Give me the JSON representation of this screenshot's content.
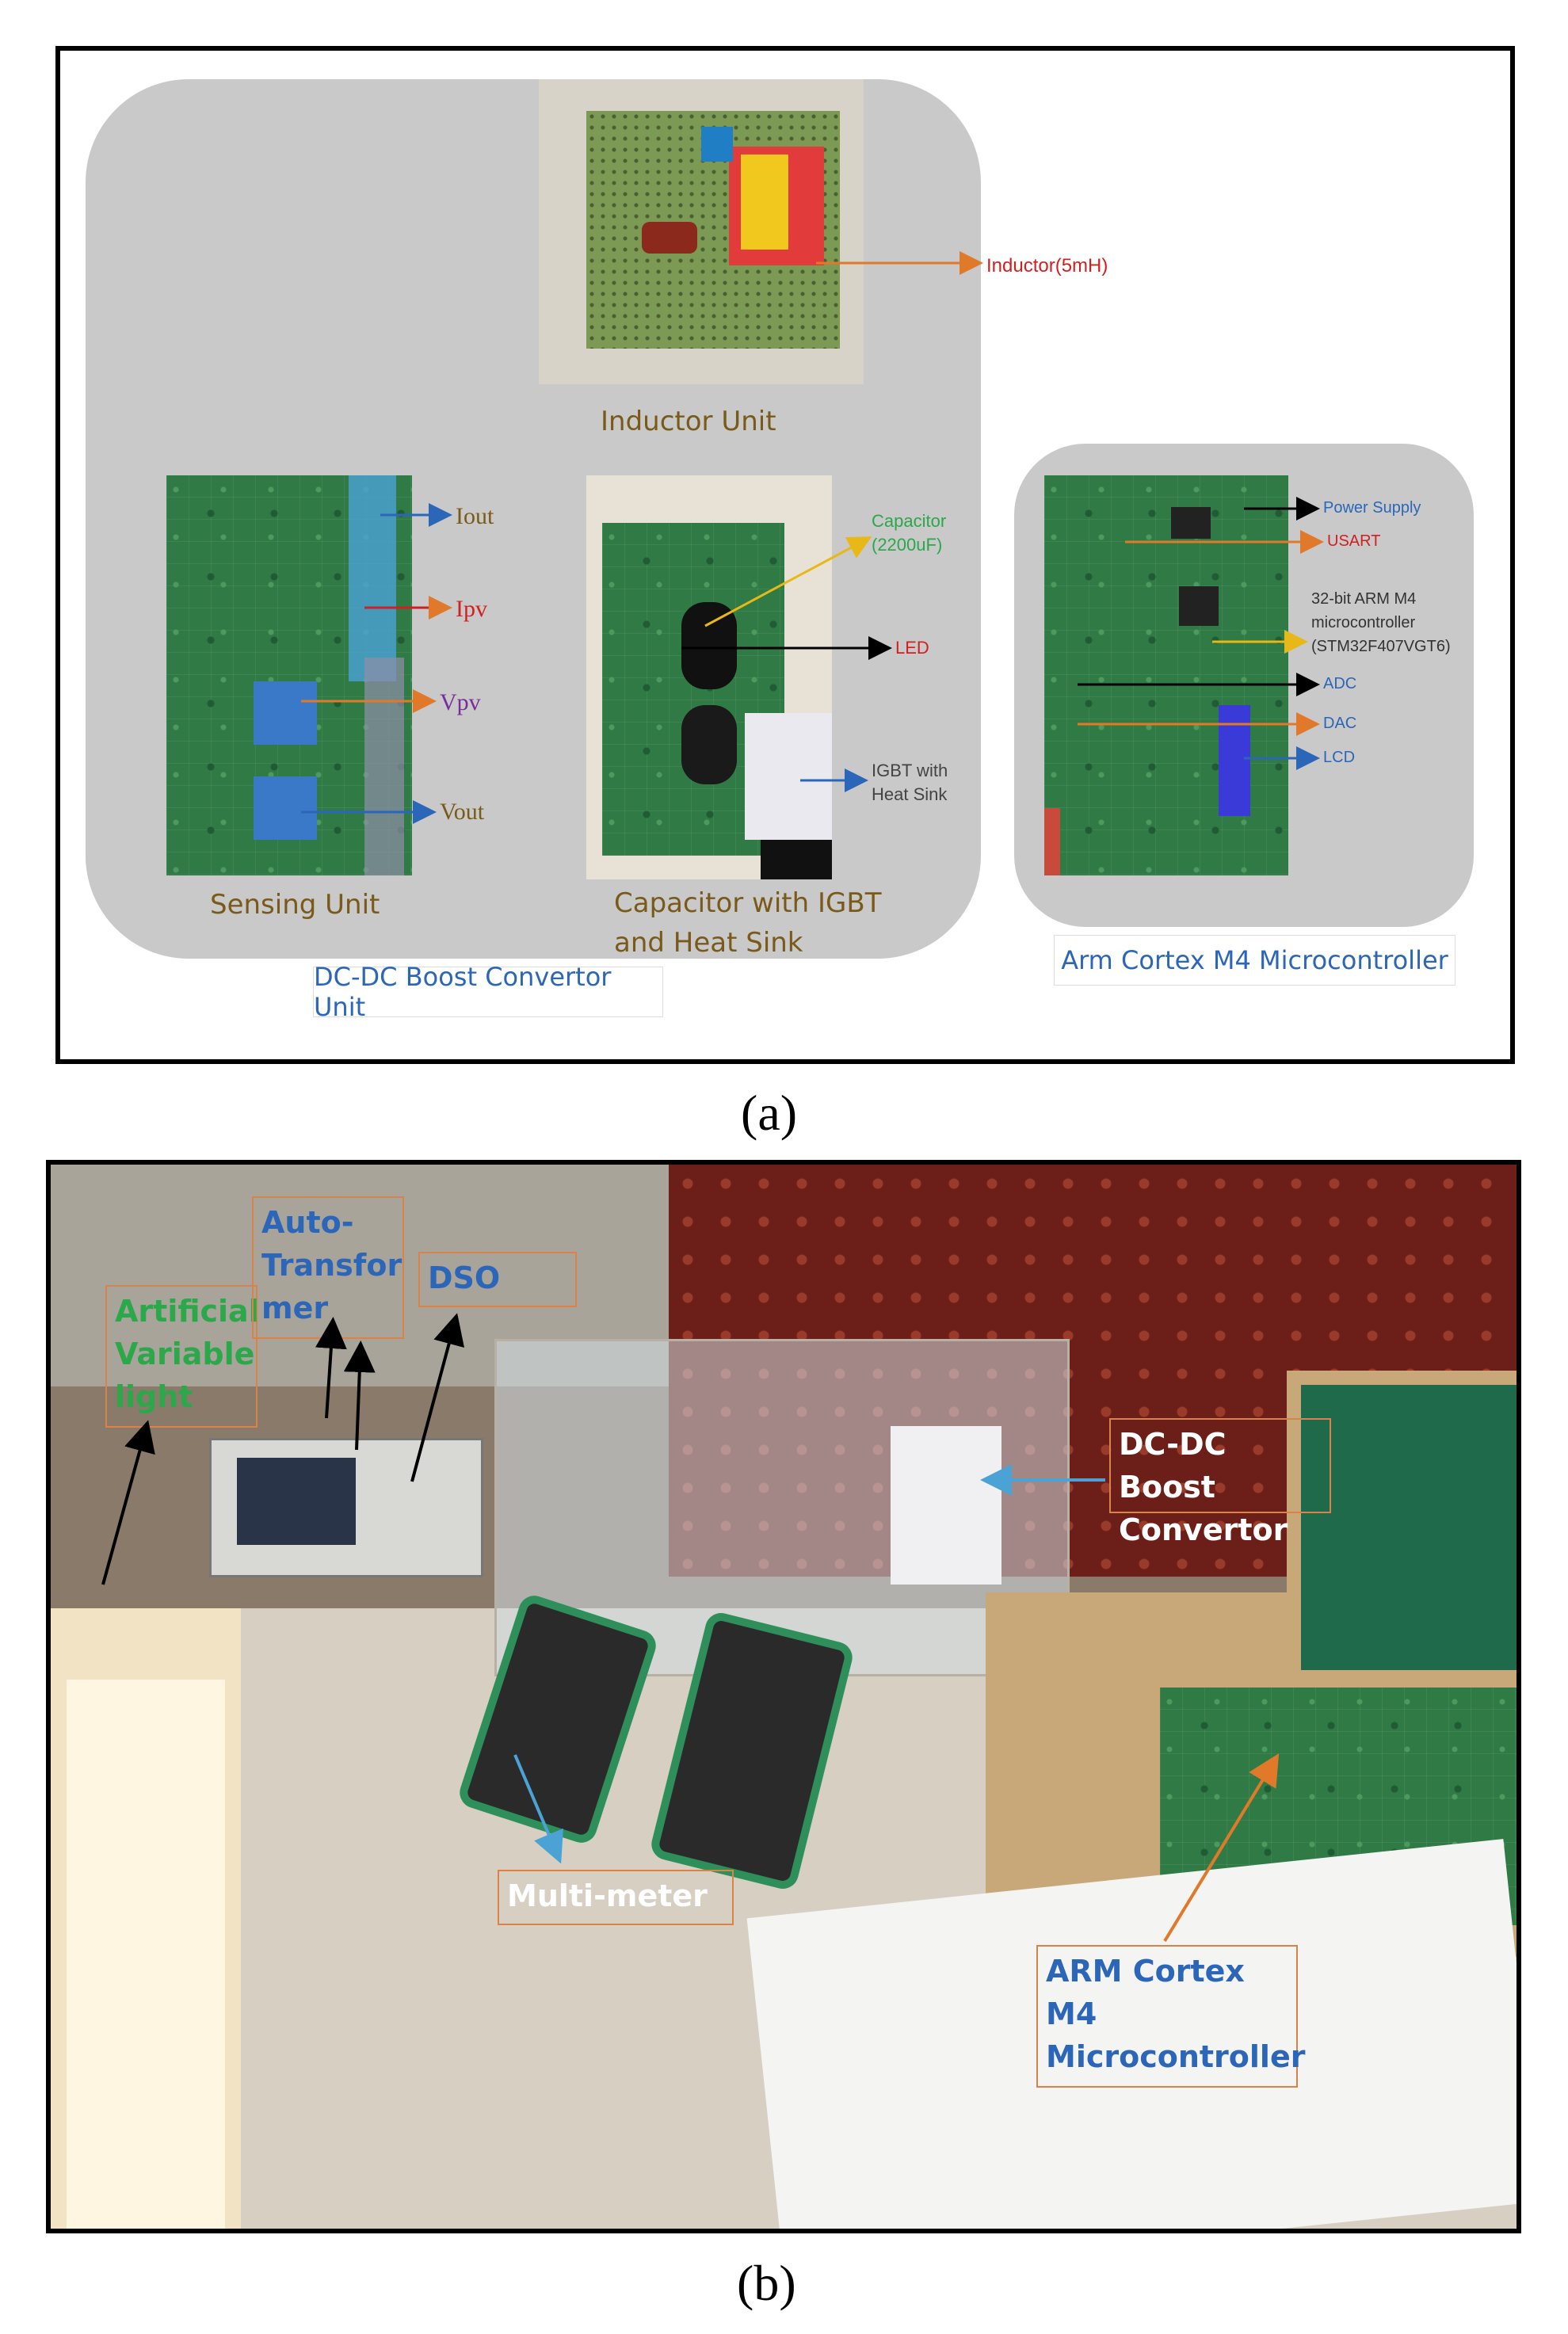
{
  "figure_a": {
    "inductor_unit": "Inductor Unit",
    "inductor_label": "Inductor(5mH)",
    "sensing_unit": "Sensing Unit",
    "capacitor_unit_line1": "Capacitor with IGBT",
    "capacitor_unit_line2": "and Heat Sink",
    "dcdc_unit": "DC-DC Boost Convertor Unit",
    "arm_unit": "Arm Cortex M4 Microcontroller",
    "signals": {
      "iout": "Iout",
      "ipv": "Ipv",
      "vpv": "Vpv",
      "vout": "Vout"
    },
    "capacitor_label_line1": "Capacitor",
    "capacitor_label_line2": "(2200uF)",
    "led": "LED",
    "igbt_line1": "IGBT with",
    "igbt_line2": "Heat Sink",
    "mcu_labels": {
      "power_supply": "Power Supply",
      "usart": "USART",
      "arm_line1": "32-bit ARM M4",
      "arm_line2": "microcontroller",
      "arm_line3": "(STM32F407VGT6)",
      "adc": "ADC",
      "dac": "DAC",
      "lcd": "LCD"
    },
    "caption": "(a)"
  },
  "figure_b": {
    "artificial_line1": "Artificial",
    "artificial_line2": "Variable",
    "artificial_line3": "light",
    "auto_line1": "Auto-",
    "auto_line2": "Transfor",
    "auto_line3": "mer",
    "dso": "DSO",
    "dcdc_line1": "DC-DC Boost",
    "dcdc_line2": "Convertor",
    "multimeter": "Multi-meter",
    "arm_line1": "ARM Cortex",
    "arm_line2": "M4",
    "arm_line3": "Microcontroller",
    "caption": "(b)"
  },
  "colors": {
    "panel_gray": "#c9c9c9",
    "caption_gold": "#7a5a1a",
    "blue_label": "#2c66b8",
    "red_label": "#d22020",
    "purple_label": "#7a2c9a",
    "orange_arrow": "#e07a2a",
    "green_label": "#2aa84a"
  }
}
